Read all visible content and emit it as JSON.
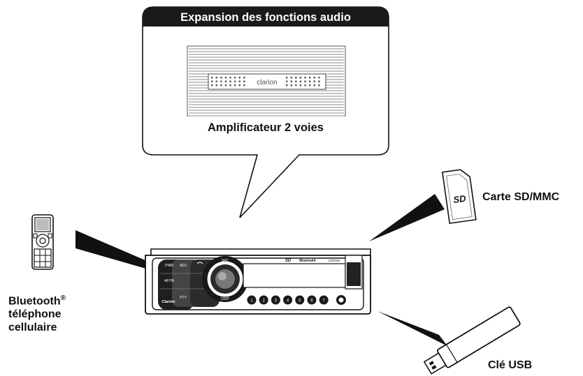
{
  "callout": {
    "title": "Expansion des fonctions audio",
    "amplifier_label": "Amplificateur 2 voies",
    "amplifier_brand": "clarion"
  },
  "labels": {
    "sd_card": "Carte SD/MMC",
    "usb_key": "Clé USB",
    "bluetooth_line1": "Bluetooth",
    "bluetooth_reg": "®",
    "bluetooth_line2": "téléphone",
    "bluetooth_line3": "cellulaire"
  },
  "sd_card_logo": "SD",
  "head_unit": {
    "buttons_left": [
      "PWR",
      "ADJ",
      "AF/TA",
      "PTY"
    ],
    "display_brand_sd": "SD",
    "display_brand_bt": "Bluetooth",
    "model": "CZ301E",
    "knob_top": "SRC",
    "knob_bottom": "DISP",
    "presets": [
      "1",
      "2",
      "3",
      "4",
      "5",
      "6",
      "7"
    ],
    "logo": "Clarion"
  },
  "colors": {
    "outline": "#111111",
    "callout_header": "#1a1a1a",
    "wedge": "#111111"
  }
}
